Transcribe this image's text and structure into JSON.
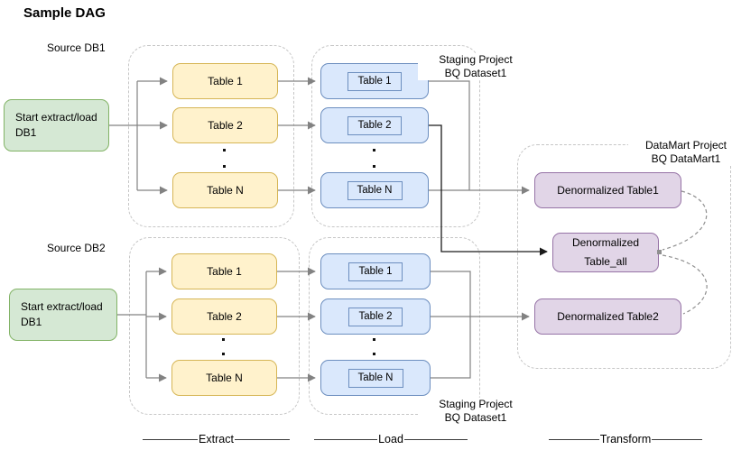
{
  "title": "Sample DAG",
  "sources": {
    "db1": "Source DB1",
    "db2": "Source DB2"
  },
  "start_nodes": {
    "db1": {
      "line1": "Start extract/load",
      "line2": "DB1"
    },
    "db2": {
      "line1": "Start extract/load",
      "line2": "DB1"
    }
  },
  "tables": [
    "Table 1",
    "Table 2",
    "Table N"
  ],
  "ellipsis_dot": ".",
  "staging_label": {
    "line1": "Staging Project",
    "line2": "BQ Dataset1"
  },
  "datamart_label": {
    "line1": "DataMart Project",
    "line2": "BQ DataMart1"
  },
  "transform_nodes": {
    "table1": "Denormalized Table1",
    "table_all_line1": "Denormalized",
    "table_all_line2": "Table_all",
    "table2": "Denormalized Table2"
  },
  "stage_labels": {
    "extract": "Extract",
    "load": "Load",
    "transform": "Transform"
  },
  "colors": {
    "green_fill": "#d5e8d4",
    "green_border": "#82b366",
    "yellow_fill": "#fff2cc",
    "yellow_border": "#d6b656",
    "blue_fill": "#dae8fc",
    "blue_border": "#6c8ebf",
    "purple_fill": "#e1d5e7",
    "purple_border": "#9673a6",
    "line": "#828282",
    "line_dark": "#1a1a1a",
    "container_border": "#c6c6c6",
    "curve": "#8f8f8f"
  }
}
